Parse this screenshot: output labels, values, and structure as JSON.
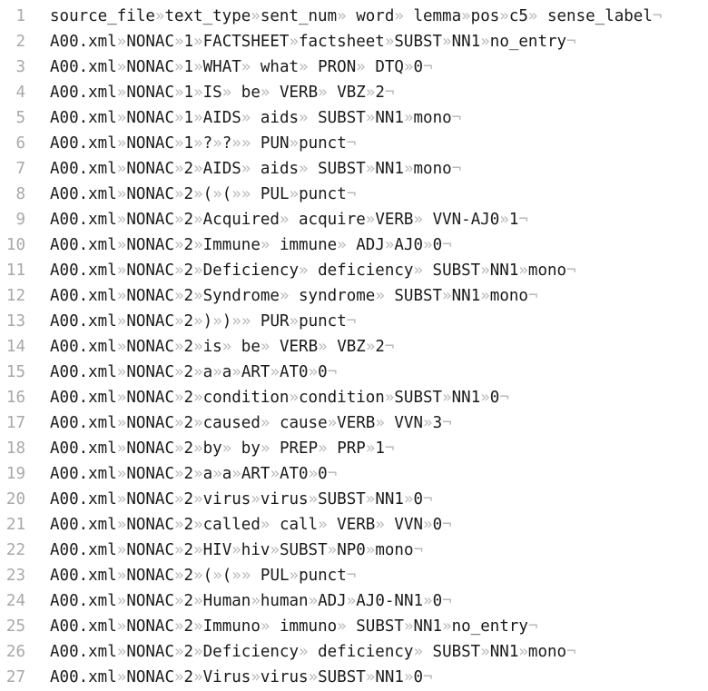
{
  "editor": {
    "tab_marker": "»",
    "eol_marker": "¬",
    "lines": [
      {
        "num": "1",
        "fields": [
          "source_file",
          "text_type",
          "sent_num",
          " word",
          " lemma",
          "pos",
          "c5",
          " sense_label"
        ],
        "eol": "¬"
      },
      {
        "num": "2",
        "fields": [
          "A00.xml",
          "NONAC",
          "1",
          "FACTSHEET",
          "factsheet",
          "SUBST",
          "NN1",
          "no_entry"
        ],
        "eol": "¬"
      },
      {
        "num": "3",
        "fields": [
          "A00.xml",
          "NONAC",
          "1",
          "WHAT",
          " what",
          " PRON",
          " DTQ",
          "0"
        ],
        "eol": "¬"
      },
      {
        "num": "4",
        "fields": [
          "A00.xml",
          "NONAC",
          "1",
          "IS",
          " be",
          " VERB",
          " VBZ",
          "2"
        ],
        "eol": "¬"
      },
      {
        "num": "5",
        "fields": [
          "A00.xml",
          "NONAC",
          "1",
          "AIDS",
          " aids",
          " SUBST",
          "NN1",
          "mono"
        ],
        "eol": "¬"
      },
      {
        "num": "6",
        "fields": [
          "A00.xml",
          "NONAC",
          "1",
          "?",
          "?",
          "",
          " PUN",
          "punct"
        ],
        "eol": "¬"
      },
      {
        "num": "7",
        "fields": [
          "A00.xml",
          "NONAC",
          "2",
          "AIDS",
          " aids",
          " SUBST",
          "NN1",
          "mono"
        ],
        "eol": "¬"
      },
      {
        "num": "8",
        "fields": [
          "A00.xml",
          "NONAC",
          "2",
          "(",
          "(",
          "",
          " PUL",
          "punct"
        ],
        "eol": "¬"
      },
      {
        "num": "9",
        "fields": [
          "A00.xml",
          "NONAC",
          "2",
          "Acquired",
          " acquire",
          "VERB",
          " VVN-AJ0",
          "1"
        ],
        "eol": "¬"
      },
      {
        "num": "10",
        "fields": [
          "A00.xml",
          "NONAC",
          "2",
          "Immune",
          " immune",
          " ADJ",
          "AJ0",
          "0"
        ],
        "eol": "¬"
      },
      {
        "num": "11",
        "fields": [
          "A00.xml",
          "NONAC",
          "2",
          "Deficiency",
          " deficiency",
          " SUBST",
          "NN1",
          "mono"
        ],
        "eol": "¬"
      },
      {
        "num": "12",
        "fields": [
          "A00.xml",
          "NONAC",
          "2",
          "Syndrome",
          " syndrome",
          " SUBST",
          "NN1",
          "mono"
        ],
        "eol": "¬"
      },
      {
        "num": "13",
        "fields": [
          "A00.xml",
          "NONAC",
          "2",
          ")",
          ")",
          "",
          " PUR",
          "punct"
        ],
        "eol": "¬"
      },
      {
        "num": "14",
        "fields": [
          "A00.xml",
          "NONAC",
          "2",
          "is",
          " be",
          " VERB",
          " VBZ",
          "2"
        ],
        "eol": "¬"
      },
      {
        "num": "15",
        "fields": [
          "A00.xml",
          "NONAC",
          "2",
          "a",
          "a",
          "ART",
          "AT0",
          "0"
        ],
        "eol": "¬"
      },
      {
        "num": "16",
        "fields": [
          "A00.xml",
          "NONAC",
          "2",
          "condition",
          "condition",
          "SUBST",
          "NN1",
          "0"
        ],
        "eol": "¬"
      },
      {
        "num": "17",
        "fields": [
          "A00.xml",
          "NONAC",
          "2",
          "caused",
          " cause",
          "VERB",
          " VVN",
          "3"
        ],
        "eol": "¬"
      },
      {
        "num": "18",
        "fields": [
          "A00.xml",
          "NONAC",
          "2",
          "by",
          " by",
          " PREP",
          " PRP",
          "1"
        ],
        "eol": "¬"
      },
      {
        "num": "19",
        "fields": [
          "A00.xml",
          "NONAC",
          "2",
          "a",
          "a",
          "ART",
          "AT0",
          "0"
        ],
        "eol": "¬"
      },
      {
        "num": "20",
        "fields": [
          "A00.xml",
          "NONAC",
          "2",
          "virus",
          "virus",
          "SUBST",
          "NN1",
          "0"
        ],
        "eol": "¬"
      },
      {
        "num": "21",
        "fields": [
          "A00.xml",
          "NONAC",
          "2",
          "called",
          " call",
          " VERB",
          " VVN",
          "0"
        ],
        "eol": "¬"
      },
      {
        "num": "22",
        "fields": [
          "A00.xml",
          "NONAC",
          "2",
          "HIV",
          "hiv",
          "SUBST",
          "NP0",
          "mono"
        ],
        "eol": "¬"
      },
      {
        "num": "23",
        "fields": [
          "A00.xml",
          "NONAC",
          "2",
          "(",
          "(",
          "",
          " PUL",
          "punct"
        ],
        "eol": "¬"
      },
      {
        "num": "24",
        "fields": [
          "A00.xml",
          "NONAC",
          "2",
          "Human",
          "human",
          "ADJ",
          "AJ0-NN1",
          "0"
        ],
        "eol": "¬"
      },
      {
        "num": "25",
        "fields": [
          "A00.xml",
          "NONAC",
          "2",
          "Immuno",
          " immuno",
          " SUBST",
          "NN1",
          "no_entry"
        ],
        "eol": "¬"
      },
      {
        "num": "26",
        "fields": [
          "A00.xml",
          "NONAC",
          "2",
          "Deficiency",
          " deficiency",
          " SUBST",
          "NN1",
          "mono"
        ],
        "eol": "¬"
      },
      {
        "num": "27",
        "fields": [
          "A00.xml",
          "NONAC",
          "2",
          "Virus",
          "virus",
          "SUBST",
          "NN1",
          "0"
        ],
        "eol": "¬"
      }
    ]
  }
}
